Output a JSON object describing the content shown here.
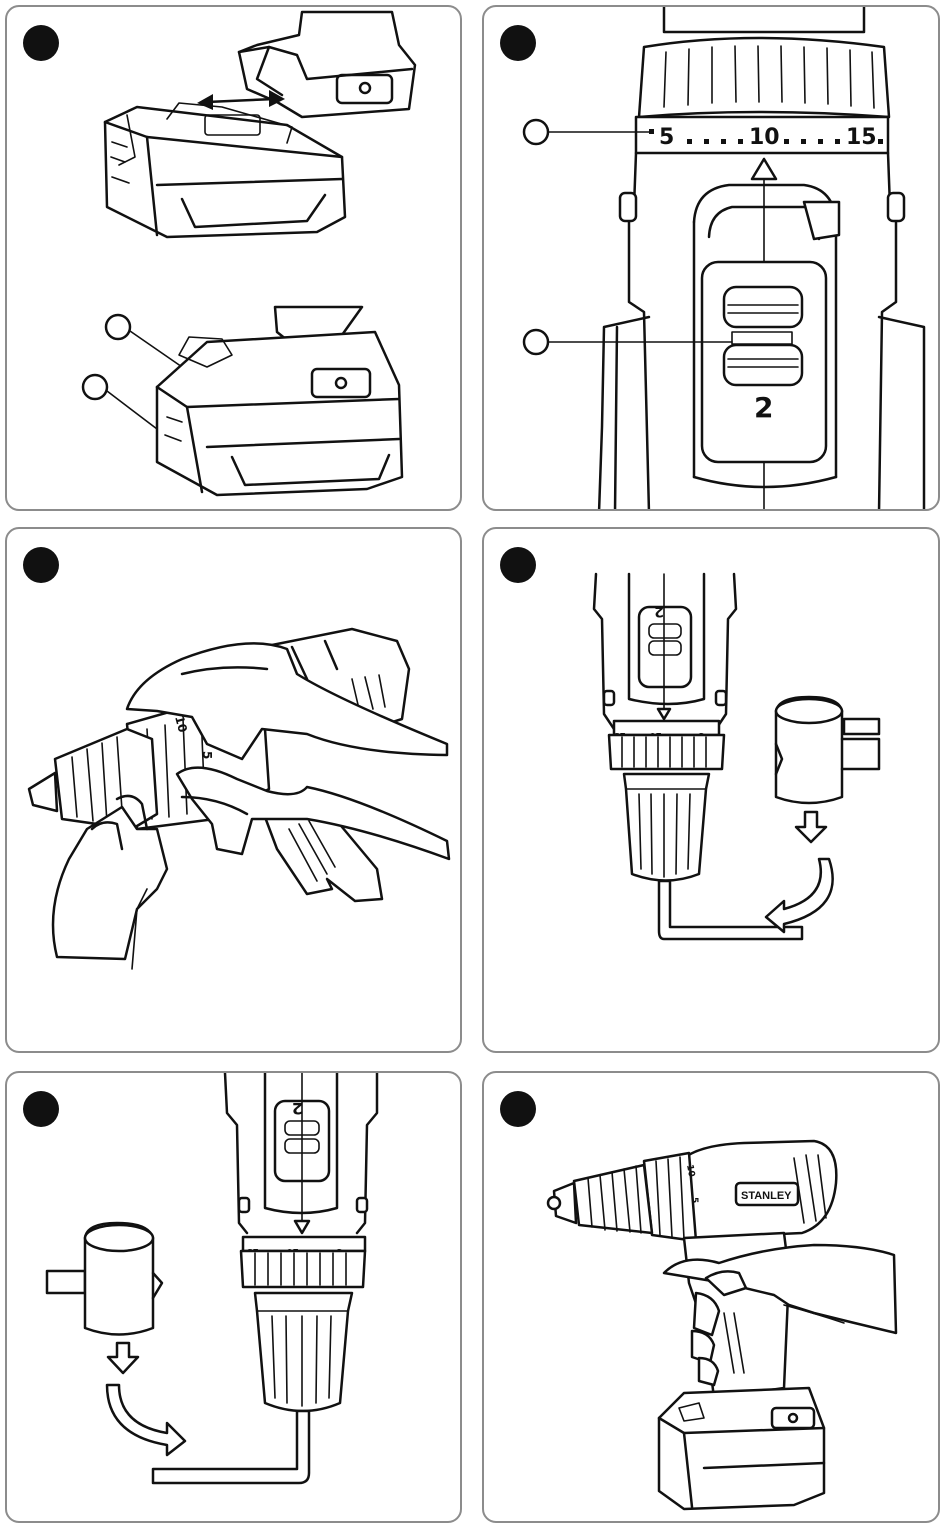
{
  "panels": [
    {
      "id": "battery",
      "callouts": 2
    },
    {
      "id": "torque-collar",
      "callouts": 2,
      "scale_labels": [
        "5",
        "10",
        "15"
      ],
      "gear_label": "2"
    },
    {
      "id": "chuck-hand",
      "scale_labels": [
        "10",
        "5"
      ]
    },
    {
      "id": "hex-key-release",
      "scale_labels": [
        "15",
        "10",
        "5"
      ],
      "gear_label": "2"
    },
    {
      "id": "hex-key-tighten",
      "scale_labels": [
        "15",
        "10",
        "5"
      ],
      "gear_label": "2"
    },
    {
      "id": "drill-in-hand",
      "logo_text": "STANLEY",
      "scale_labels": [
        "10",
        "5"
      ]
    }
  ],
  "colors": {
    "ink": "#111111",
    "panel_border": "#8c8c8c",
    "background": "#ffffff"
  }
}
